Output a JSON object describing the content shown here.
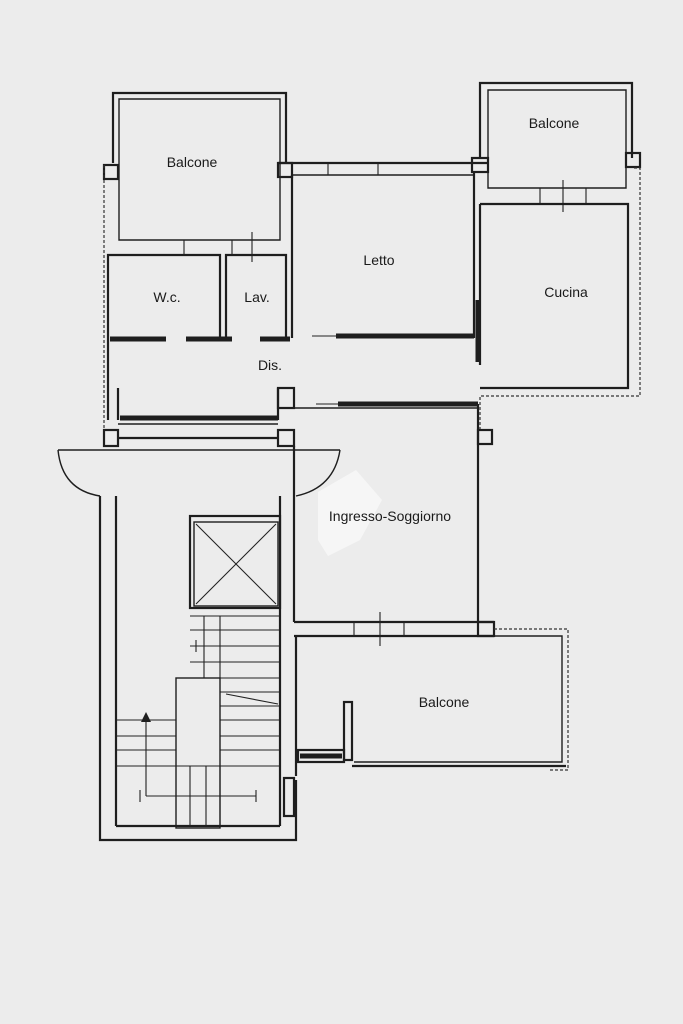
{
  "rooms": {
    "balcone_top_left": "Balcone",
    "balcone_top_right": "Balcone",
    "letto": "Letto",
    "cucina": "Cucina",
    "wc": "W.c.",
    "lav": "Lav.",
    "dis": "Dis.",
    "ingresso_soggiorno": "Ingresso-Soggiorno",
    "balcone_bottom": "Balcone"
  },
  "colors": {
    "background": "#ececec",
    "walls": "#1e1e1e"
  }
}
